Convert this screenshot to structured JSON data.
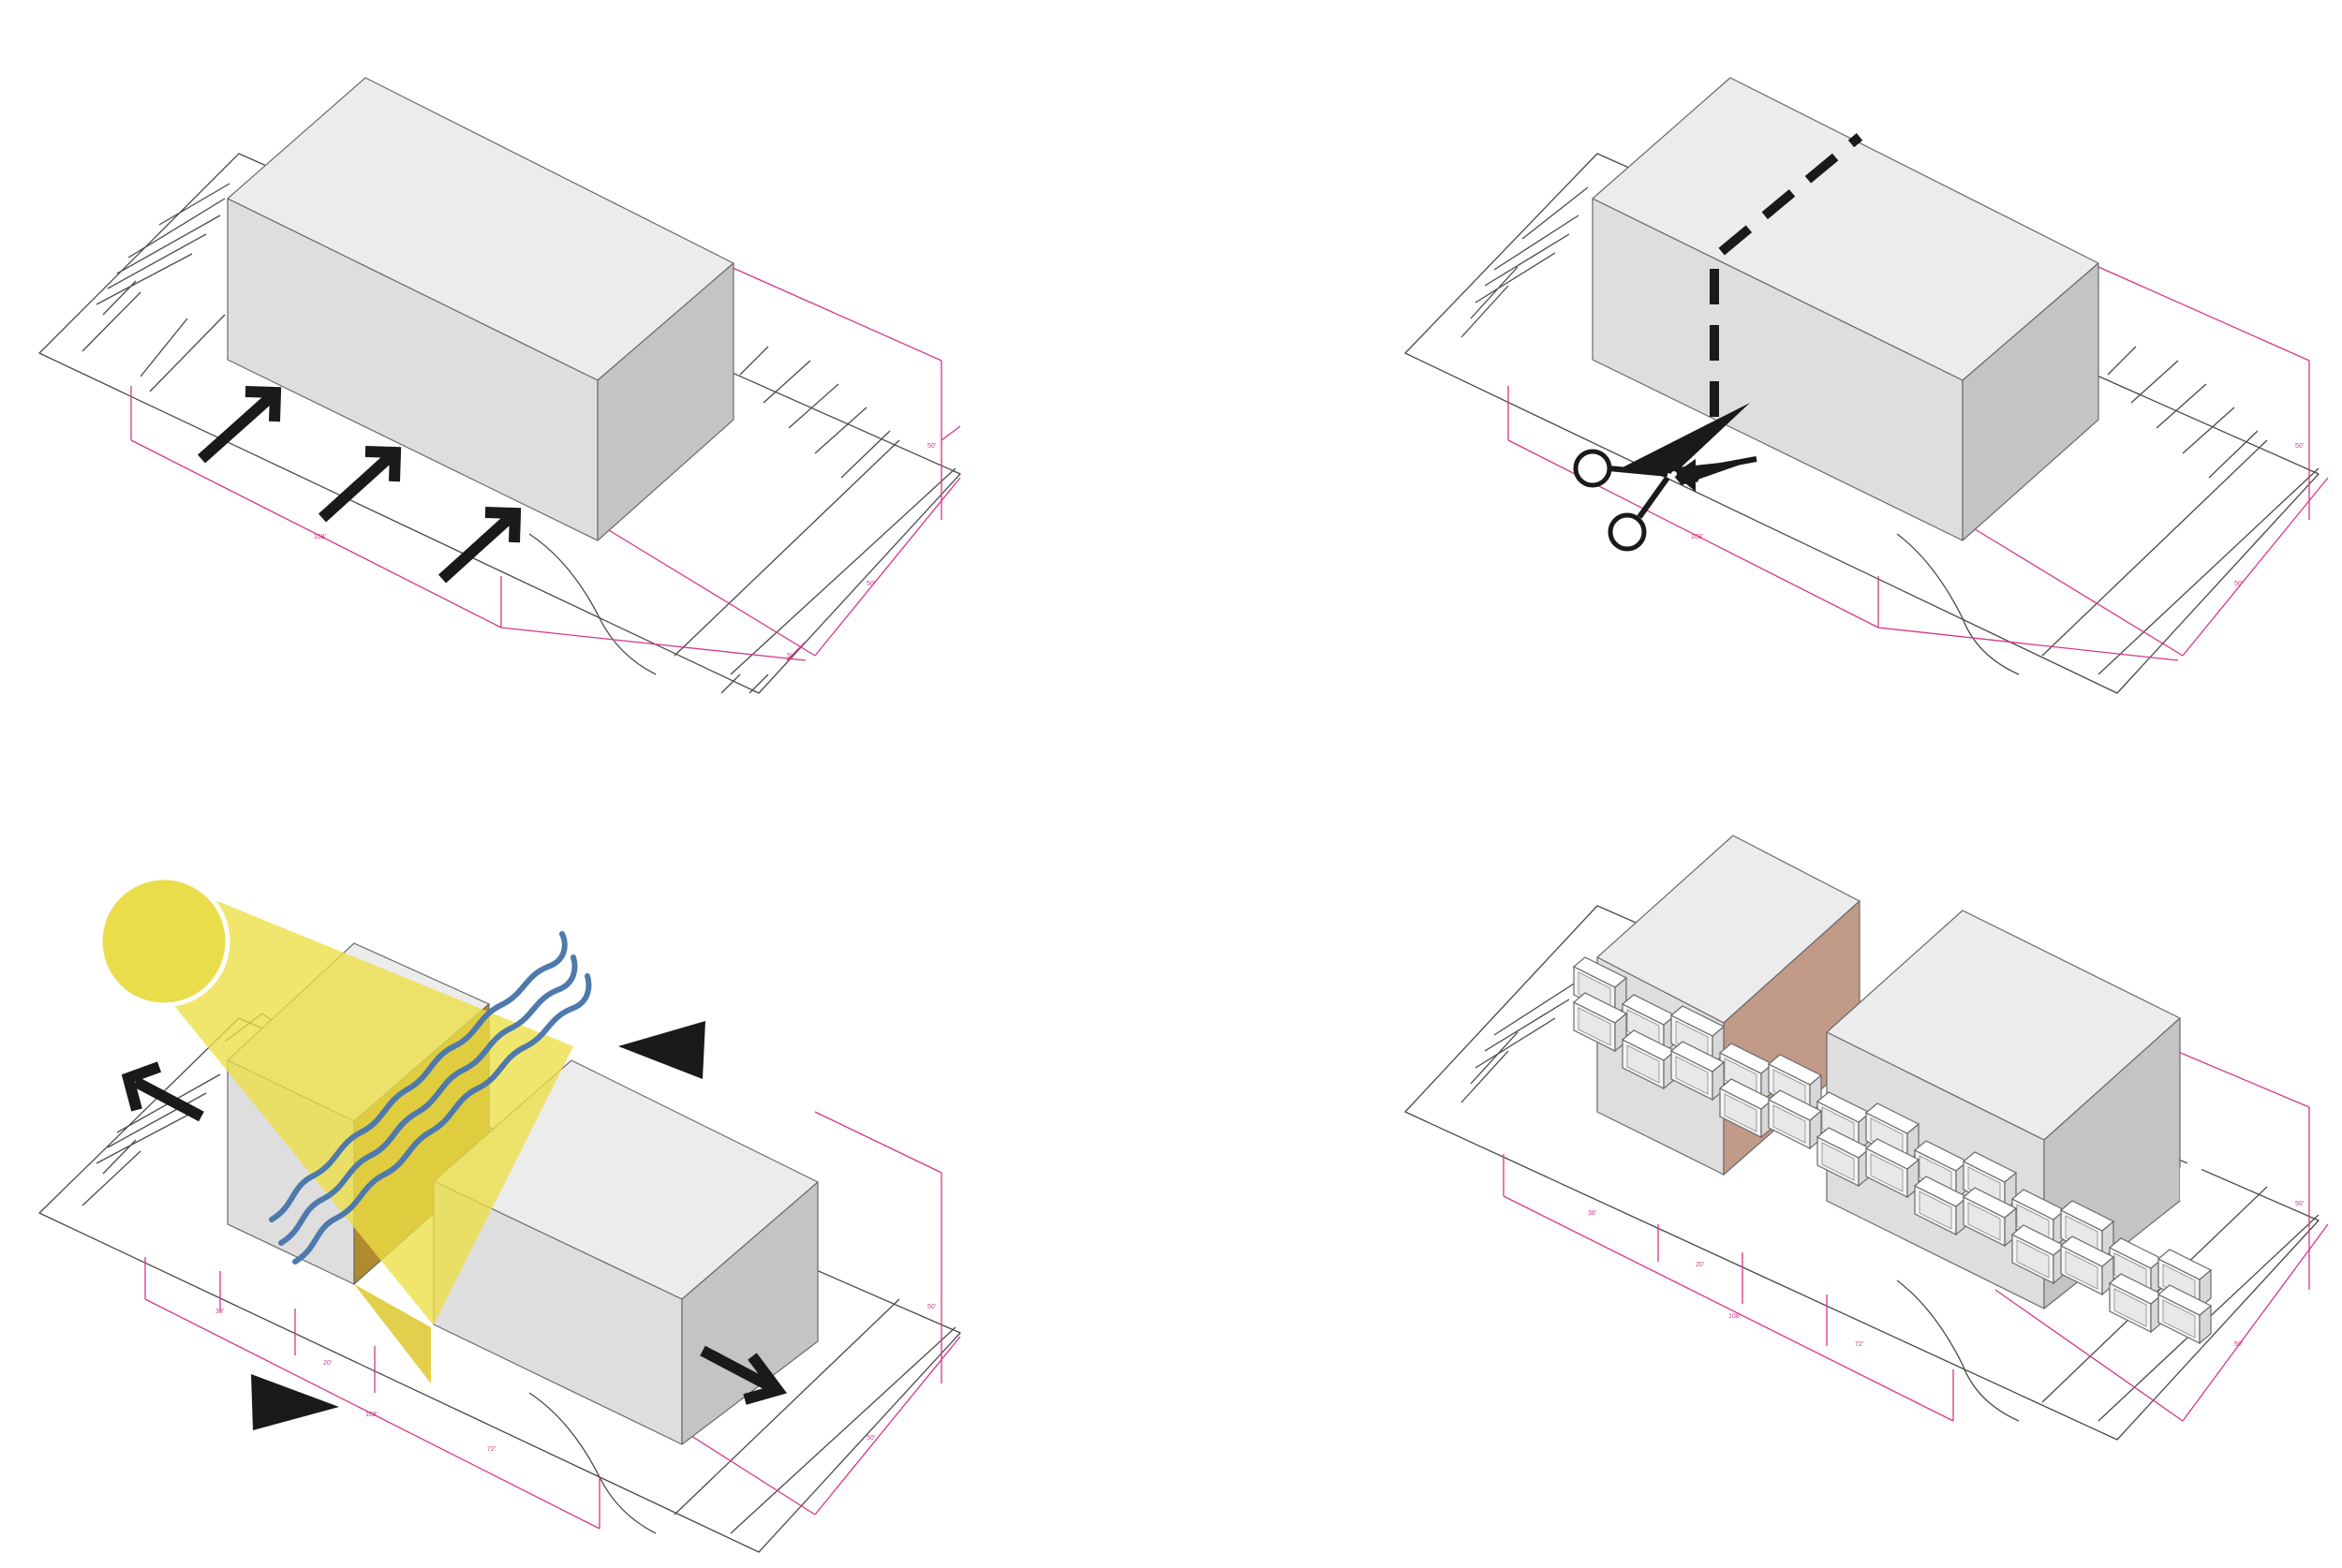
{
  "colors": {
    "background": "#ffffff",
    "box_top": "#ececec",
    "box_front": "#dedede",
    "box_side": "#c4c4c4",
    "site_lines": "#4a4a4a",
    "dimension_lines": "#d6378a",
    "arrows": "#1a1a1a",
    "sun": "#e9dd4c",
    "sun_cone": "#ecdf45",
    "cut_slot": "#b08a2c",
    "wind": "#4e79ad",
    "courtyard_wall": "#c19a88"
  },
  "panels": [
    {
      "name": "massing-with-access-arrows",
      "icons": [
        "arrow-icon"
      ]
    },
    {
      "name": "massing-with-cut-line",
      "icons": [
        "scissors-icon",
        "dashed-cut-line"
      ]
    },
    {
      "name": "split-massing-sun-wind",
      "icons": [
        "sun-icon",
        "wind-icon",
        "arrow-icon",
        "triangle-marker-icon"
      ]
    },
    {
      "name": "modular-units-and-courtyard",
      "icons": [
        "module-grid"
      ]
    }
  ],
  "dimension_labels": {
    "length": "108'",
    "width": "50'",
    "height": "50'",
    "setback": "5'",
    "seg_a": "38'",
    "seg_b": "20'",
    "seg_c": "72'"
  }
}
